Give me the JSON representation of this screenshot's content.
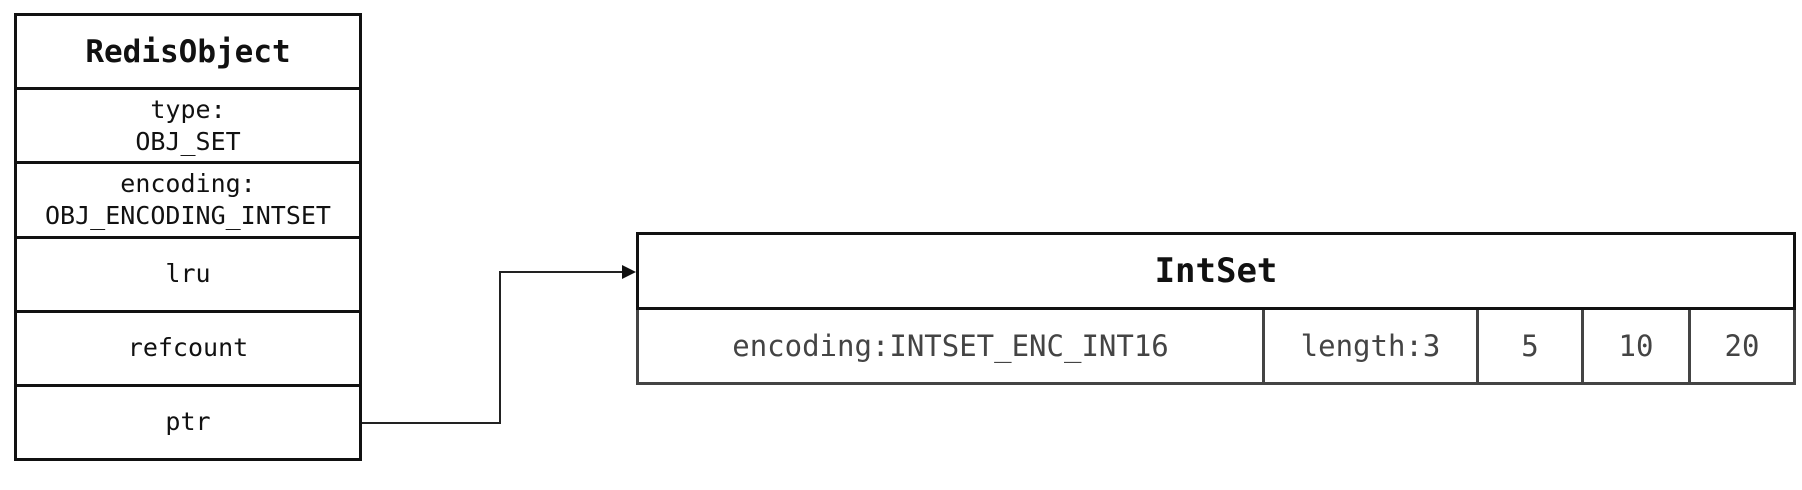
{
  "redis_object": {
    "title": "RedisObject",
    "type_label": "type:",
    "type_value": "OBJ_SET",
    "encoding_label": "encoding:",
    "encoding_value": "OBJ_ENCODING_INTSET",
    "lru": "lru",
    "refcount": "refcount",
    "ptr": "ptr"
  },
  "intset": {
    "title": "IntSet",
    "encoding": "encoding:INTSET_ENC_INT16",
    "length": "length:3",
    "values": [
      "5",
      "10",
      "20"
    ]
  }
}
